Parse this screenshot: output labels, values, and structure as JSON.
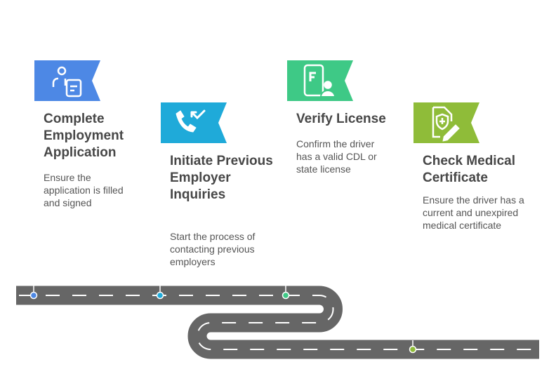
{
  "steps": [
    {
      "title": "Complete Employment Application",
      "description": "Ensure the application is filled and signed",
      "color": "#4d88e5",
      "icon": "applicant-form-icon"
    },
    {
      "title": "Initiate Previous Employer Inquiries",
      "description": "Start the process of contacting previous employers",
      "color": "#1faad9",
      "icon": "phone-call-icon"
    },
    {
      "title": "Verify License",
      "description": "Confirm the driver has a valid CDL or state license",
      "color": "#3ec986",
      "icon": "license-id-icon"
    },
    {
      "title": "Check Medical Certificate",
      "description": "Ensure the driver has a current and unexpired medical certificate",
      "color": "#8fbc39",
      "icon": "medical-certificate-icon"
    }
  ],
  "road_color": "#666666"
}
